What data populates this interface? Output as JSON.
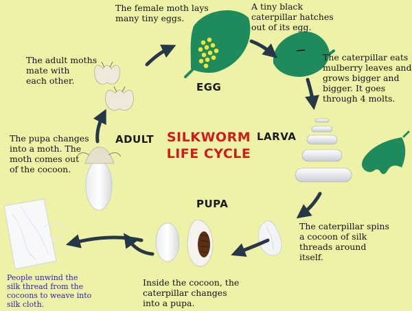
{
  "title": {
    "line1": "SILKWORM",
    "line2": "LIFE CYCLE"
  },
  "stages": {
    "egg": "EGG",
    "larva": "LARVA",
    "pupa": "PUPA",
    "adult": "ADULT"
  },
  "captions": {
    "lays_eggs": {
      "line1": "The female moth lays",
      "line2": "many tiny eggs."
    },
    "hatch": {
      "line1": "A tiny black",
      "line2": "caterpillar hatches",
      "line3": "out of its egg."
    },
    "eats": {
      "line1": "The caterpillar eats",
      "line2": "mulberry leaves and",
      "line3": "grows bigger and",
      "line4": "bigger. It goes",
      "line5": "through 4 molts."
    },
    "spins": {
      "line1": "The caterpillar spins",
      "line2": "a cocoon of silk",
      "line3": "threads around",
      "line4": "itself."
    },
    "pupa_inside": {
      "line1": "Inside the cocoon, the",
      "line2": "caterpillar changes",
      "line3": "into a pupa."
    },
    "moth_out": {
      "line1": "The pupa changes",
      "line2": "into a moth. The",
      "line3": "moth comes out",
      "line4": "of the cocoon."
    },
    "mate": {
      "line1": "The adult moths",
      "line2": "mate with",
      "line3": "each other."
    },
    "silk": {
      "line1": "People unwind the",
      "line2": "silk thread from the",
      "line3": "cocoons to weave into",
      "line4": "silk cloth."
    }
  },
  "colors": {
    "background": "#eef2a6",
    "title": "#d11b1b",
    "leaf": "#1f8a5b",
    "egg": "#f1e43a",
    "arrow": "#263848",
    "note": "#2a1fb8"
  }
}
